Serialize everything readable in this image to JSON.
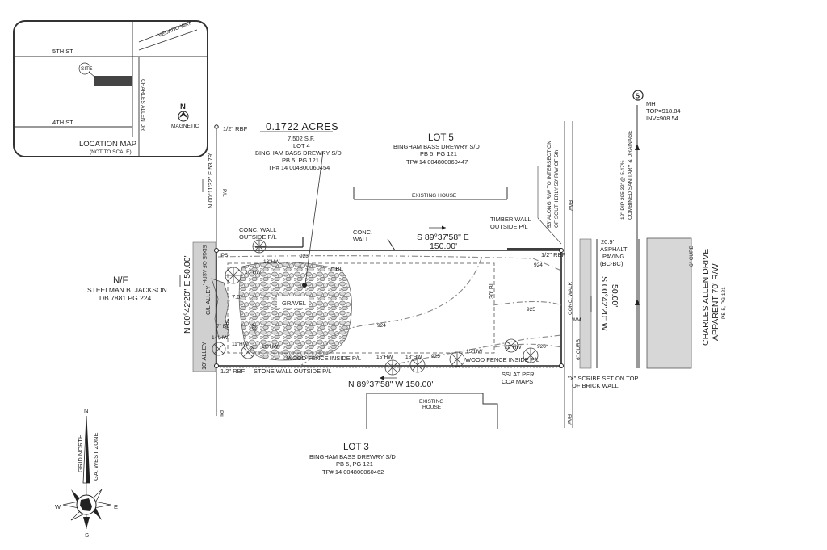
{
  "location_map": {
    "title": "LOCATION MAP",
    "subtitle": "(NOT TO SCALE)",
    "streets": [
      "5TH ST",
      "4TH ST",
      "VEDADO WAY",
      "CHARLES ALLEN DR"
    ],
    "site_label": "SITE",
    "north_label": "N",
    "magnetic_label": "MAGNETIC"
  },
  "parcel": {
    "acres": "0.1722 ACRES",
    "sf": "7,502 S.F.",
    "lot": "LOT 4",
    "subdivision": "BINGHAM BASS DREWRY S/D",
    "pb": "PB 5, PG 121",
    "tp": "TP# 14 004800060454"
  },
  "lot5": {
    "title": "LOT 5",
    "subdivision": "BINGHAM BASS DREWRY S/D",
    "pb": "PB 5, PG 121",
    "tp": "TP# 14 004800060447",
    "house": "EXISTING HOUSE"
  },
  "lot3": {
    "title": "LOT 3",
    "subdivision": "BINGHAM BASS DREWRY S/D",
    "pb": "PB 5, PG 121",
    "tp": "TP# 14 004800060462",
    "house_line1": "EXISTING",
    "house_line2": "HOUSE"
  },
  "nf": {
    "title": "N/F",
    "owner": "STEELMAN B. JACKSON",
    "db": "DB 7881 PG 224"
  },
  "bearings": {
    "north_line_bearing": "S 89°37'58\" E",
    "north_line_dist": "150.00'",
    "south_line": "N 89°37'58\" W 150.00'",
    "west_line": "N 00°42'20\" E 50.00'",
    "east_line_bearing": "S 00°42'20\" W",
    "east_line_dist": "50.00'",
    "west_tie": "N 00°11'32\" E 53.79'"
  },
  "labels": {
    "rbf_top": "1/2\" RBF",
    "rbf_bottom": "1/2\" RBF",
    "rbf_east": "1/2\" RBF",
    "ips": "IPS",
    "pl_1": "P/L",
    "pl_2": "P/L",
    "rw_1": "R/W",
    "rw_2": "R/W",
    "conc_wall_outside": "CONC. WALL",
    "conc_wall_outside_2": "OUTSIDE P/L",
    "conc_wall": "CONC.",
    "conc_wall_2": "WALL",
    "timber_wall": "TIMBER WALL",
    "timber_wall_2": "OUTSIDE P/L",
    "edge_asph": "EDGE OF ASPH.",
    "ca_alley": "C/L ALLEY",
    "alley": "10' ALLEY",
    "gravel": "GRAVEL",
    "bl_7_top": "7' BL",
    "bl_7_left": "7' BL",
    "bl_30": "30' BL",
    "dist_7": "7.0'",
    "wood_fence_1": "WOOD FENCE INSIDE P/L",
    "wood_fence_2": "WOOD FENCE INSIDE P/L",
    "stone_wall": "STONE WALL OUTSIDE P/L",
    "sslat": "SSLAT PER",
    "sslat_2": "COA MAPS",
    "scribe": "\"X\" SCRIBE SET ON TOP",
    "scribe_2": "OF BRICK WALL",
    "conc_walk": "CONC. WALK",
    "wm": "WM",
    "curb_6": "6\" CURB",
    "curb_6b": "6\" CURB",
    "asphalt_width": "20.9'",
    "asphalt_1": "ASPHALT",
    "asphalt_2": "PAVING",
    "asphalt_3": "(BC-BC)",
    "along_rw": "53' ALONG R/W TO INTERSECTION",
    "along_rw_2": "OF SOUTHERLY 50' R/W OF 5th",
    "pipe_1": "12\" DIP 295.32' @ 5.47%",
    "pipe_2": "COMBINED SANITARY & DRAINAGE",
    "mh": "MH",
    "mh_top": "TOP=918.84",
    "mh_inv": "INV=908.54",
    "mh_symbol": "S",
    "road_1": "CHARLES ALLEN DRIVE",
    "road_2": "APPARENT 70' R/W",
    "road_3": "PB 5, PG 121",
    "contour_923": "923",
    "contour_924a": "924",
    "contour_924b": "924",
    "contour_924c": "924",
    "contour_925a": "925",
    "contour_925b": "925",
    "contour_926": "926",
    "tree_13hw": "13\"HW",
    "tree_30hw": "30\"HW",
    "tree_14hw": "14\"HW",
    "tree_11hw": "11\"HW",
    "tree_10hw_a": "10\"HW",
    "tree_15hw_a": "15\"HW",
    "tree_18hw": "18\"HW",
    "tree_15hw_b": "15\"HW",
    "tree_10hw_b": "10\"HW",
    "tree_7": "7\" BL"
  },
  "compass": {
    "n": "N",
    "s": "S",
    "e": "E",
    "w": "W",
    "grid_north": "GRID NORTH",
    "zone": "GA. WEST ZONE"
  }
}
